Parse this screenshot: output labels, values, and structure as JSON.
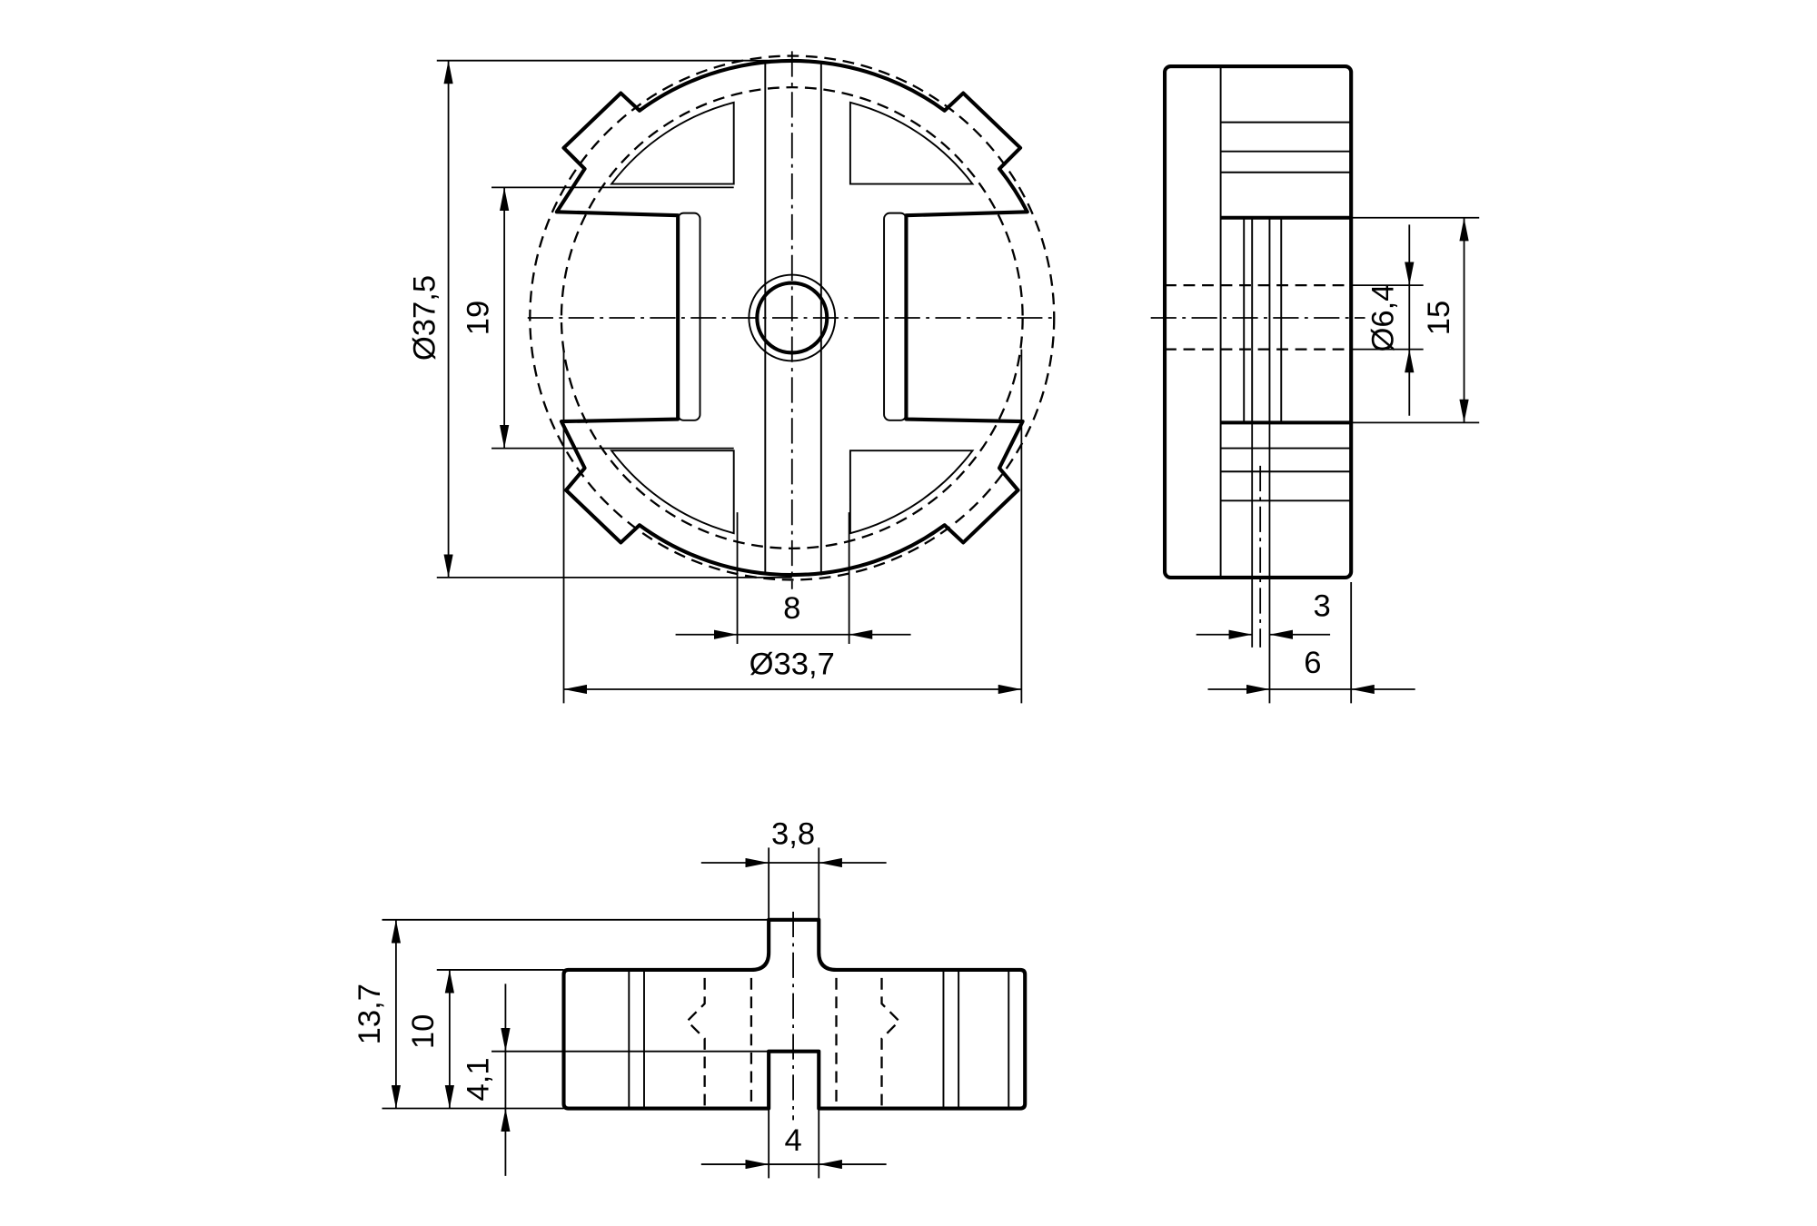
{
  "front_view": {
    "dims": {
      "outer_diameter": "Ø37,5",
      "slot_height": "19",
      "web_width": "8",
      "inner_diameter": "Ø33,7"
    }
  },
  "side_view": {
    "dims": {
      "hole_diameter": "Ø6,4",
      "hub_height": "15",
      "offset": "3",
      "hub_depth": "6"
    }
  },
  "bottom_view": {
    "dims": {
      "top_tab_width": "3,8",
      "total_height": "13,7",
      "body_height": "10",
      "slot_depth": "4,1",
      "slot_width": "4"
    }
  }
}
